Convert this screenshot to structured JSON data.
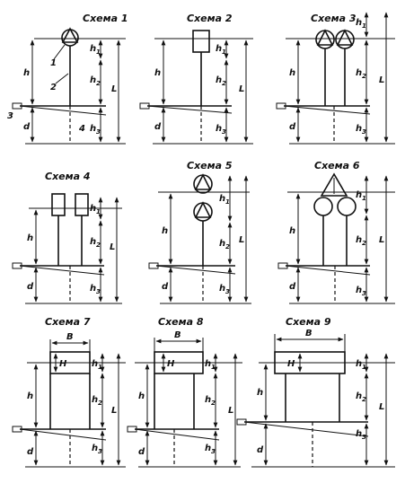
{
  "figure": {
    "schemes": [
      {
        "title": "Схема 1"
      },
      {
        "title": "Схема 2"
      },
      {
        "title": "Схема 3"
      },
      {
        "title": "Схема 4"
      },
      {
        "title": "Схема 5"
      },
      {
        "title": "Схема 6"
      },
      {
        "title": "Схема 7"
      },
      {
        "title": "Схема 8"
      },
      {
        "title": "Схема 9"
      }
    ],
    "labels": {
      "h": "h",
      "h1": "h",
      "h1_sub": "1",
      "h2": "h",
      "h2_sub": "2",
      "h3": "h",
      "h3_sub": "3",
      "L": "L",
      "d": "d",
      "B": "B",
      "H": "H"
    },
    "callouts": [
      "1",
      "2",
      "3",
      "4"
    ]
  }
}
